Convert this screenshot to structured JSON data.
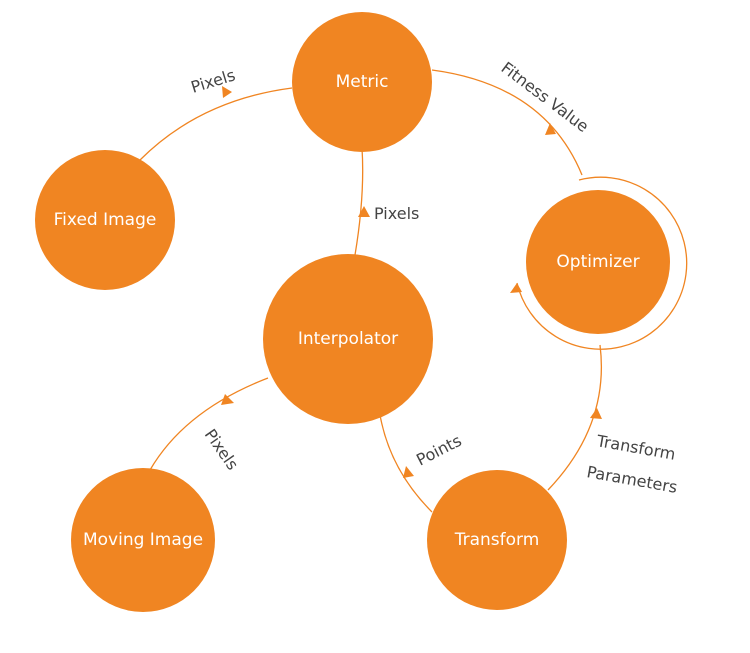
{
  "colors": {
    "node_fill": "#f08522",
    "edge": "#f08522",
    "node_text": "#ffffff",
    "edge_text": "#444444"
  },
  "nodes": {
    "metric": "Metric",
    "fixed_image": "Fixed Image",
    "optimizer": "Optimizer",
    "interpolator": "Interpolator",
    "moving_image": "Moving Image",
    "transform": "Transform"
  },
  "edges": {
    "fixed_to_metric": "Pixels",
    "metric_to_optimizer": "Fitness Value",
    "interpolator_to_metric": "Pixels",
    "moving_to_interpolator": "Pixels",
    "transform_to_interpolator": "Points",
    "optimizer_to_transform_line1": "Transform",
    "optimizer_to_transform_line2": "Parameters"
  }
}
